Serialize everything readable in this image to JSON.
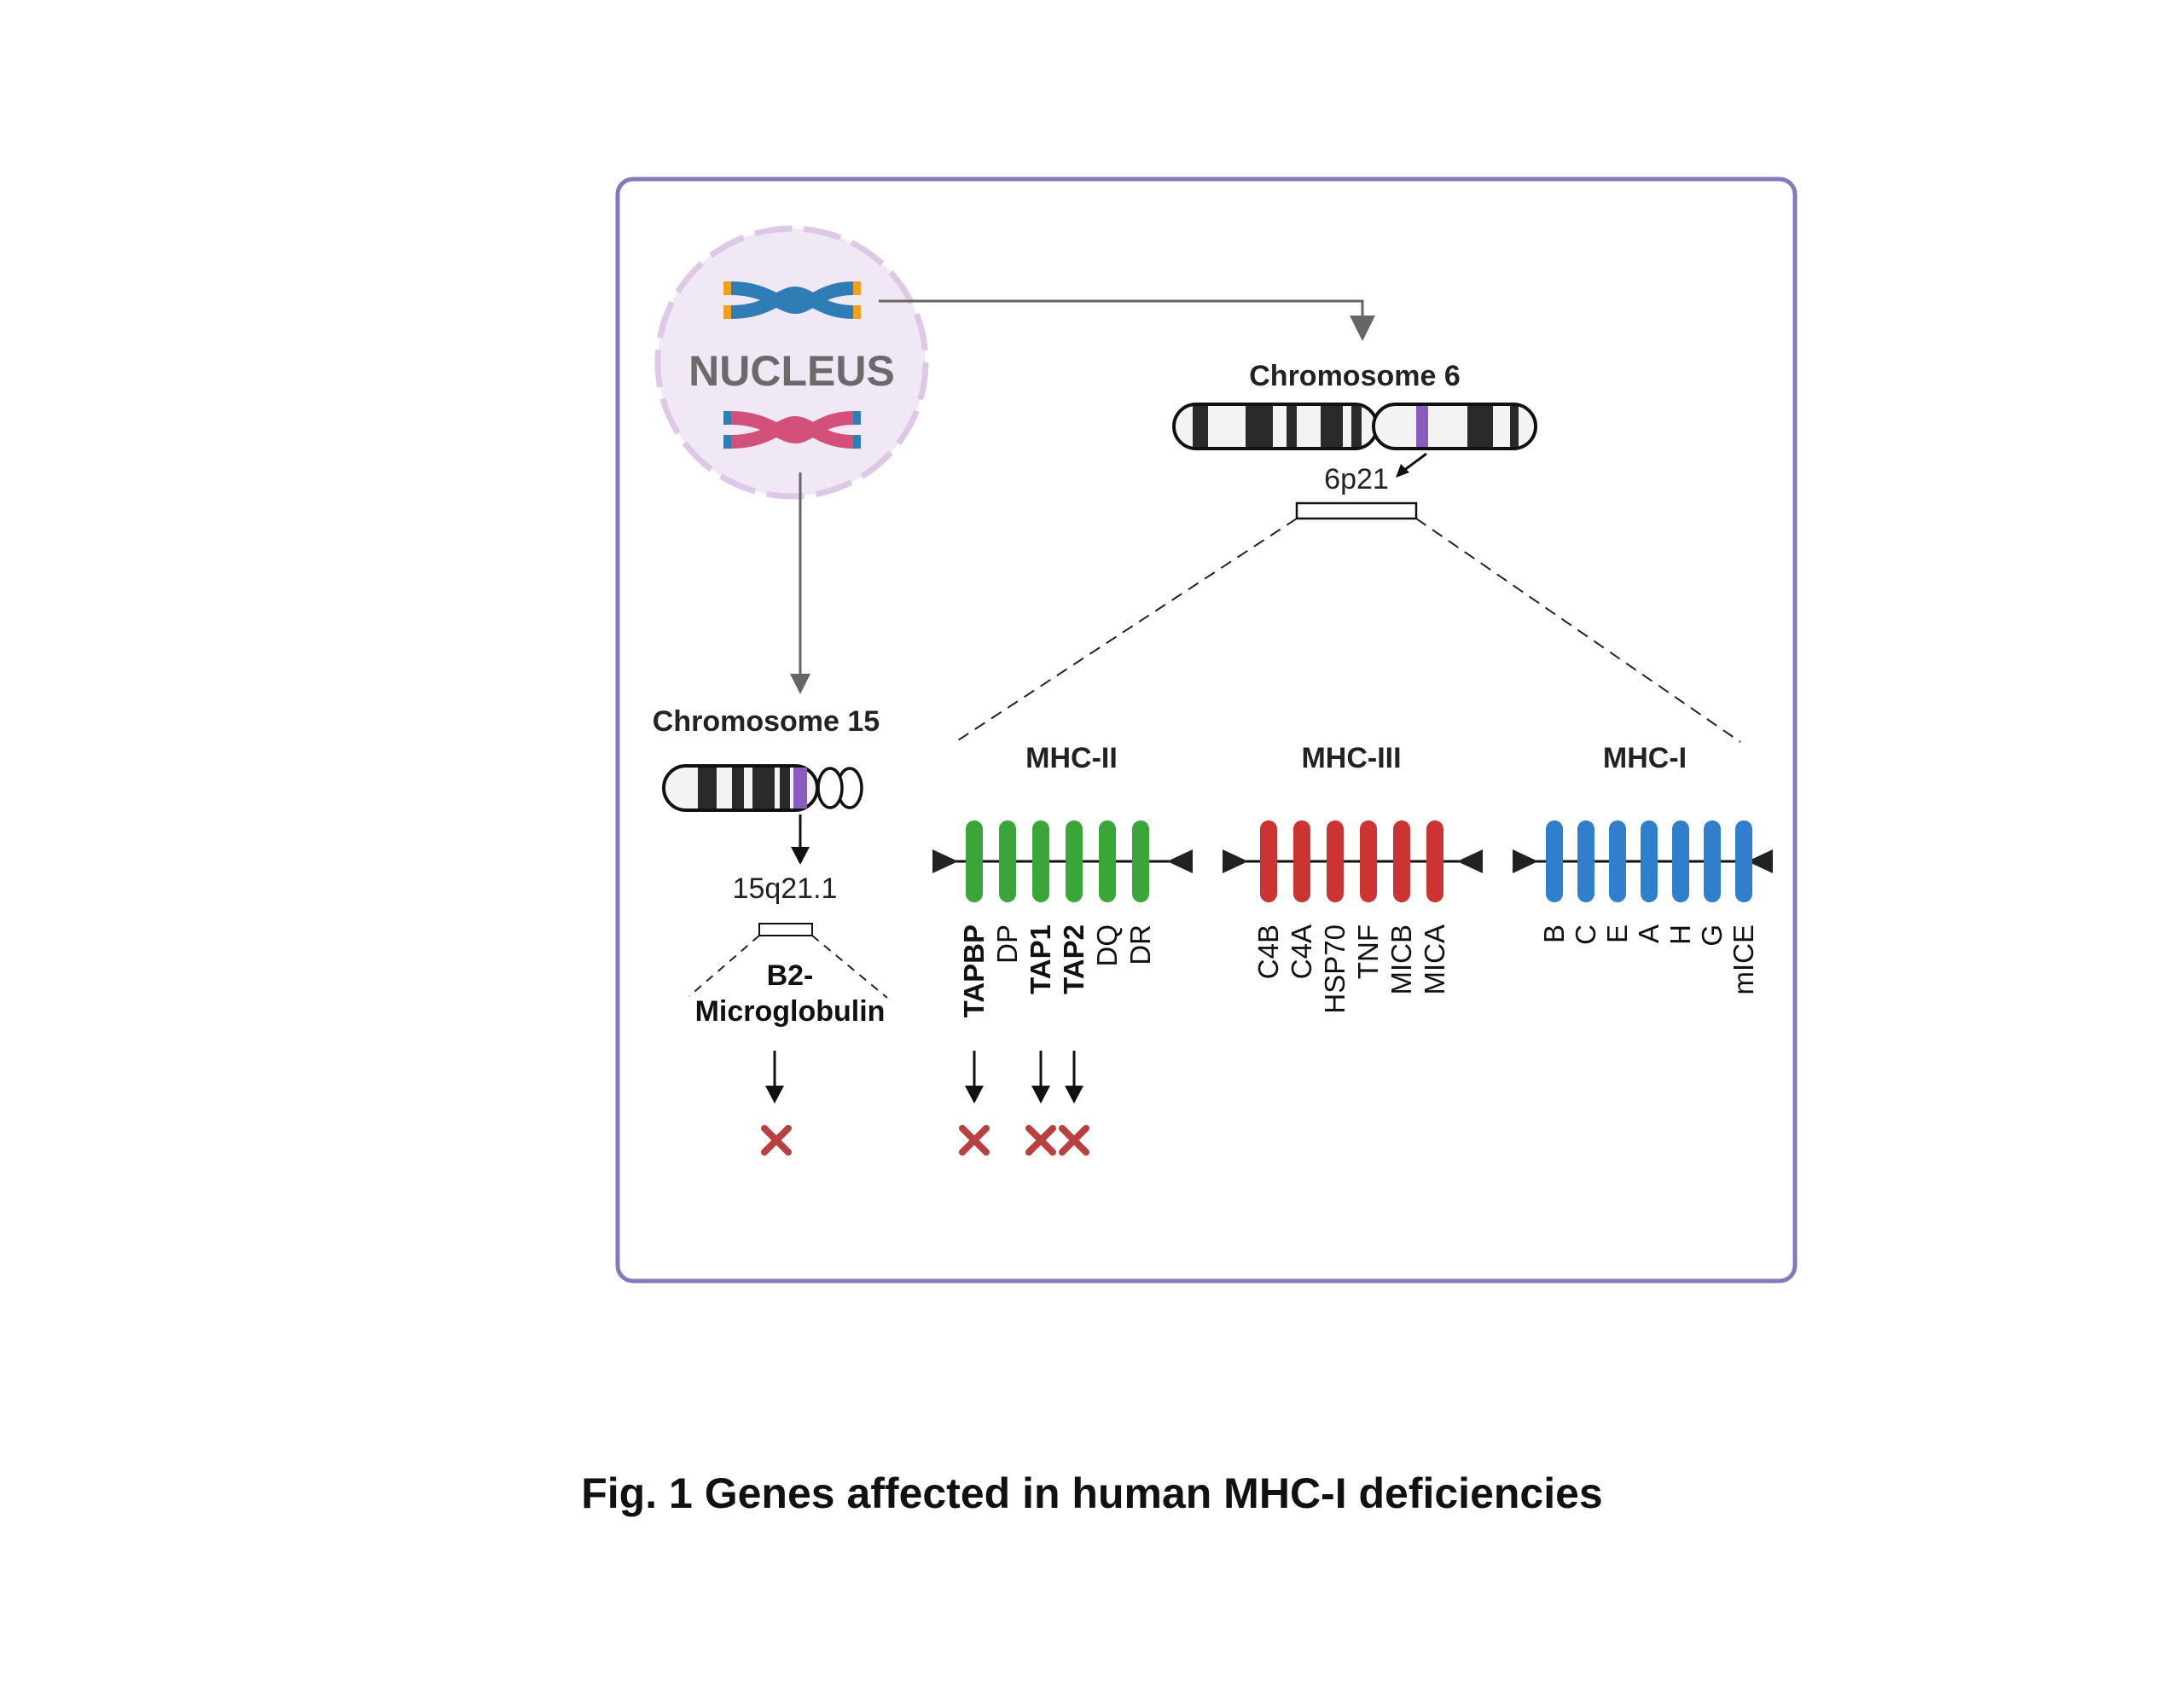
{
  "nucleus": {
    "label": "NUCLEUS"
  },
  "chromosome6": {
    "title": "Chromosome 6",
    "locus": "6p21"
  },
  "chromosome15": {
    "title": "Chromosome 15",
    "locus": "15q21.1",
    "gene_line1": "B2-",
    "gene_line2": "Microglobulin"
  },
  "mhc2": {
    "title": "MHC-II",
    "color": "#3aa63a",
    "genes": [
      {
        "label": "TAPBP",
        "bold": true,
        "affected": true
      },
      {
        "label": "DP",
        "bold": false,
        "affected": false
      },
      {
        "label": "TAP1",
        "bold": true,
        "affected": true
      },
      {
        "label": "TAP2",
        "bold": true,
        "affected": true
      },
      {
        "label": "DQ",
        "bold": false,
        "affected": false
      },
      {
        "label": "DR",
        "bold": false,
        "affected": false
      }
    ]
  },
  "mhc3": {
    "title": "MHC-III",
    "color": "#cc3333",
    "genes": [
      {
        "label": "C4B"
      },
      {
        "label": "C4A"
      },
      {
        "label": "HSP70"
      },
      {
        "label": "TNF"
      },
      {
        "label": "MICB"
      },
      {
        "label": "MICA"
      }
    ]
  },
  "mhc1": {
    "title": "MHC-I",
    "color": "#2f7fcc",
    "genes": [
      {
        "label": "B"
      },
      {
        "label": "C"
      },
      {
        "label": "E"
      },
      {
        "label": "A"
      },
      {
        "label": "H"
      },
      {
        "label": "G"
      },
      {
        "label": "mICE"
      }
    ]
  },
  "colors": {
    "frame": "#8878bb",
    "nucleus_fill": "#f0e8f4",
    "nucleus_border": "#ddc8e6",
    "arrow_gray": "#666666",
    "band_purple": "#8a5cc0",
    "cross_red": "#b84040",
    "chrom_blue": "#2f7db5",
    "chrom_pink": "#d2507a",
    "telomere_orange": "#f0a020"
  },
  "caption": "Fig. 1 Genes affected in human MHC-I deficiencies"
}
